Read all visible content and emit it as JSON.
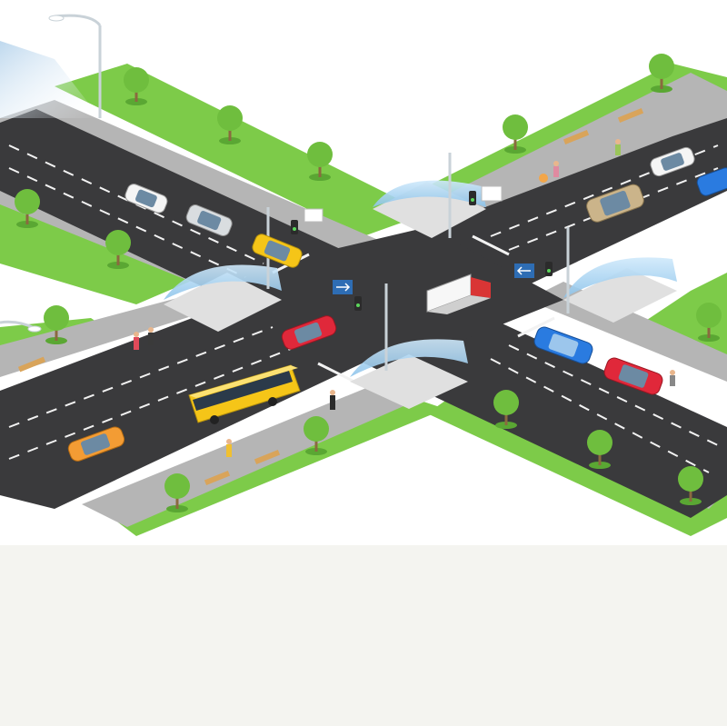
{
  "scene": {
    "subject": "isometric-city-intersection",
    "palette": {
      "sky": "#ffffff",
      "grass": "#7dcb49",
      "grass_edge": "#5aa733",
      "sidewalk": "#b5b5b5",
      "curb": "#e6e6e6",
      "asphalt": "#3a3a3c",
      "lane_marking": "#f2f2f2",
      "shelter_glass": "#9fd0f0",
      "sign_blue": "#2e6db4",
      "bus_yellow": "#f5c518",
      "background_bottom": "#f4f4f0"
    },
    "vehicles": [
      {
        "kind": "white-car"
      },
      {
        "kind": "silver-car"
      },
      {
        "kind": "yellow-taxi"
      },
      {
        "kind": "white-truck-red-cab"
      },
      {
        "kind": "red-car"
      },
      {
        "kind": "yellow-bus"
      },
      {
        "kind": "orange-car"
      },
      {
        "kind": "blue-car"
      },
      {
        "kind": "red-car"
      },
      {
        "kind": "white-car"
      },
      {
        "kind": "beige-suv"
      },
      {
        "kind": "blue-car"
      }
    ],
    "bus_shelters": 4,
    "icons": [
      "tree-icon",
      "streetlight-icon",
      "traffic-light-icon",
      "pedestrian-icon",
      "bench-icon",
      "direction-sign-icon"
    ]
  }
}
